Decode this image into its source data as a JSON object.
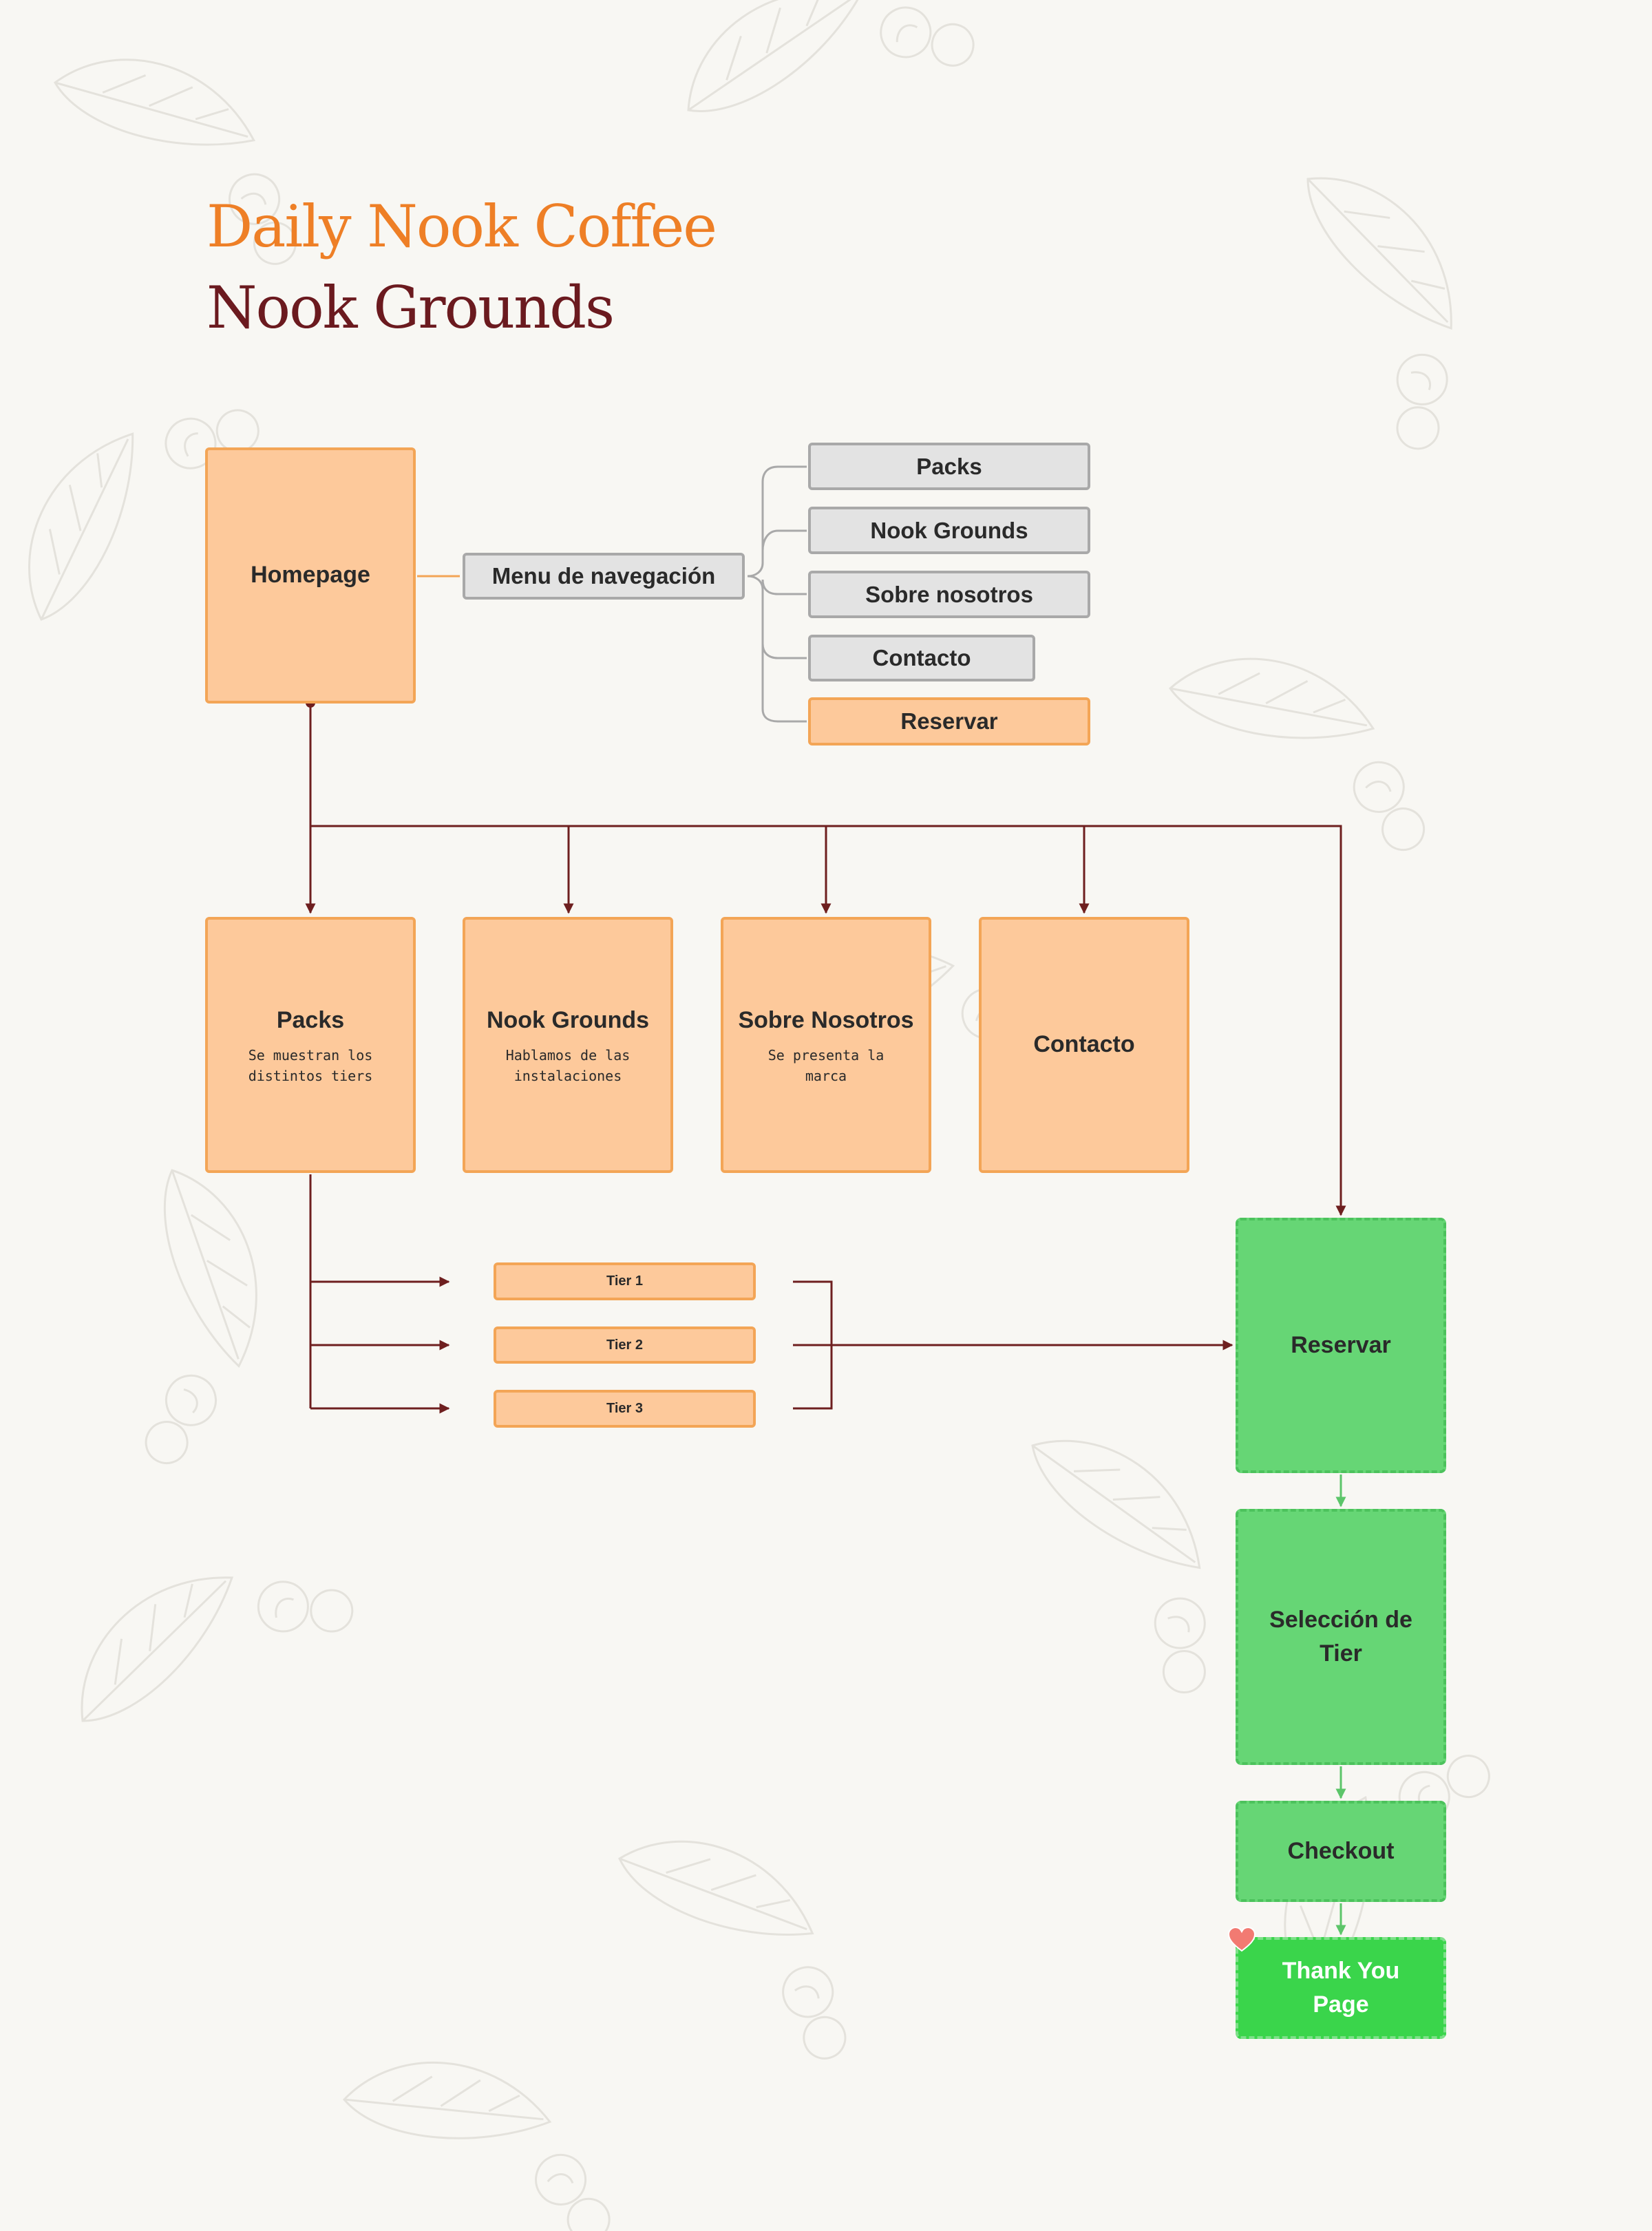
{
  "header": {
    "brand": "Daily Nook Coffee",
    "page_title": "Nook Grounds"
  },
  "homepage": {
    "label": "Homepage"
  },
  "nav_menu": {
    "label": "Menu de navegación",
    "items": [
      "Packs",
      "Nook Grounds",
      "Sobre nosotros",
      "Contacto",
      "Reservar"
    ]
  },
  "pages": [
    {
      "title": "Packs",
      "desc": "Se muestran los distintos tiers"
    },
    {
      "title": "Nook Grounds",
      "desc": "Hablamos de las instalaciones"
    },
    {
      "title": "Sobre Nosotros",
      "desc": "Se presenta la marca"
    },
    {
      "title": "Contacto",
      "desc": ""
    }
  ],
  "tiers": [
    "Tier 1",
    "Tier 2",
    "Tier 3"
  ],
  "booking_flow": [
    "Reservar",
    "Selección de Tier",
    "Checkout",
    "Thank You Page"
  ],
  "colors": {
    "brand_orange": "#ee7f26",
    "title_maroon": "#6b1a1f",
    "node_orange": "#fdc99b",
    "node_grey": "#e3e3e3",
    "flow_green": "#66d675",
    "final_green": "#3ad54b",
    "connector": "#6e1f1f"
  },
  "icons": [
    "heart-icon"
  ]
}
